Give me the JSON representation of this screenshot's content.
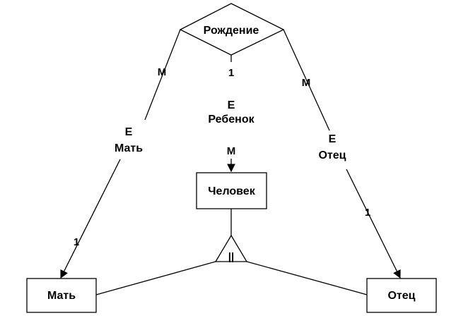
{
  "relationship": {
    "label": "Рождение"
  },
  "entities": {
    "person": {
      "label": "Человек"
    },
    "mother": {
      "label": "Мать"
    },
    "father": {
      "label": "Отец"
    }
  },
  "edges": {
    "mother": {
      "card_top": "M",
      "role_letter": "E",
      "role": "Мать",
      "card_bottom": "1"
    },
    "child": {
      "card_top": "1",
      "role_letter": "E",
      "role": "Ребенок",
      "card_bottom": "M"
    },
    "father": {
      "card_top": "M",
      "role_letter": "E",
      "role": "Отец",
      "card_bottom": "1"
    }
  },
  "specialization": {
    "symbol": "||"
  }
}
